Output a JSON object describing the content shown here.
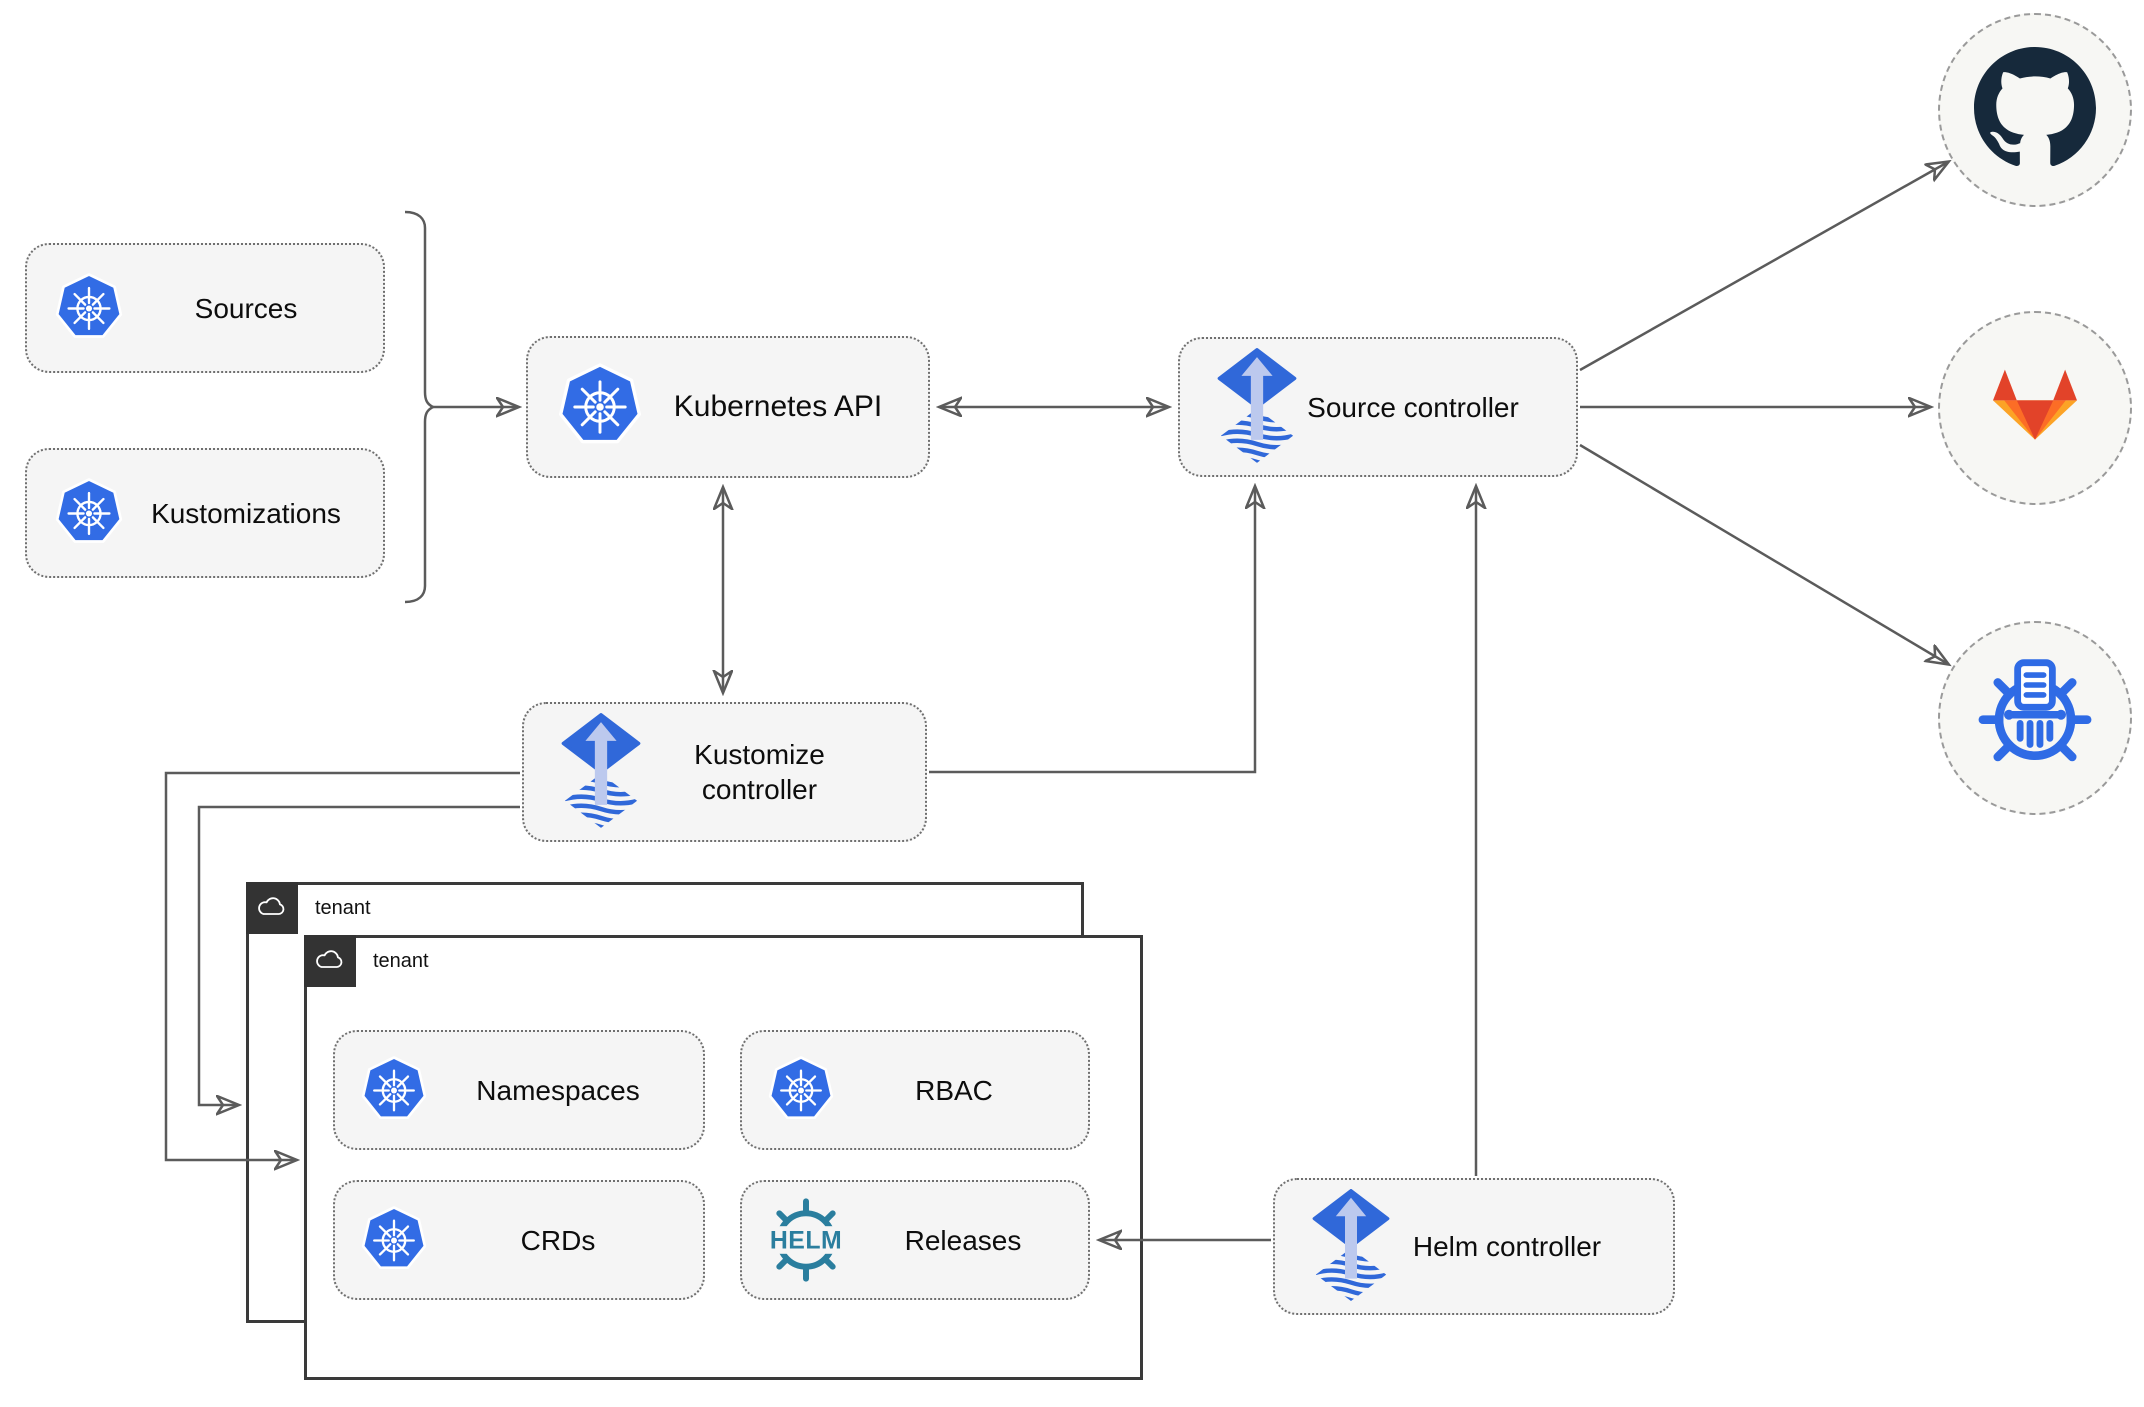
{
  "nodes": {
    "sources": {
      "label": "Sources",
      "icon": "kubernetes-icon"
    },
    "kustomizations": {
      "label": "Kustomizations",
      "icon": "kubernetes-icon"
    },
    "kubernetes_api": {
      "label": "Kubernetes API",
      "icon": "kubernetes-icon"
    },
    "source_controller": {
      "label": "Source controller",
      "icon": "flux-icon"
    },
    "kustomize_controller": {
      "label": "Kustomize controller",
      "icon": "flux-icon"
    },
    "helm_controller": {
      "label": "Helm controller",
      "icon": "flux-icon"
    },
    "namespaces": {
      "label": "Namespaces",
      "icon": "kubernetes-icon"
    },
    "rbac": {
      "label": "RBAC",
      "icon": "kubernetes-icon"
    },
    "crds": {
      "label": "CRDs",
      "icon": "kubernetes-icon"
    },
    "releases": {
      "label": "Releases",
      "icon": "helm-icon",
      "icon_text": "HELM"
    }
  },
  "tenants": [
    {
      "label": "tenant",
      "icon": "cloud-icon"
    },
    {
      "label": "tenant",
      "icon": "cloud-icon"
    }
  ],
  "external": [
    {
      "name": "github",
      "icon": "github-icon"
    },
    {
      "name": "gitlab",
      "icon": "gitlab-icon"
    },
    {
      "name": "helm-repository",
      "icon": "chart-repository-icon"
    }
  ],
  "colors": {
    "kubernetes_blue": "#326ce5",
    "flux_blue": "#3068d9",
    "flux_light_arrow": "#bcc9ee",
    "helm_teal": "#2a7e9e",
    "chart_repository_blue": "#2f6be5",
    "github_dark": "#16293b",
    "gitlab_red": "#e24329",
    "gitlab_orange": "#fc6d26",
    "gitlab_light_orange": "#fca326",
    "line_gray": "#5b5b5b",
    "node_fill": "#f5f5f5",
    "tenant_border": "#3a3a3a"
  }
}
